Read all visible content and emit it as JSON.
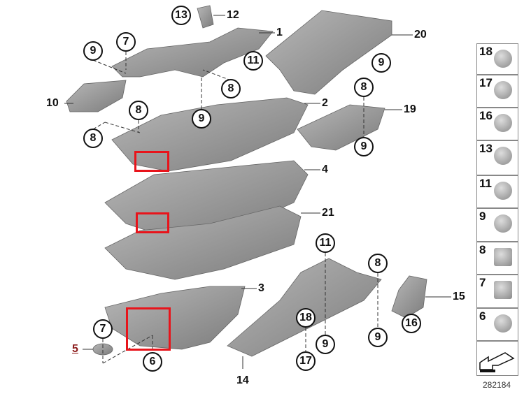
{
  "callouts": [
    "13",
    "7",
    "9",
    "11",
    "9",
    "8",
    "8",
    "9",
    "8",
    "8",
    "9",
    "11",
    "8",
    "18",
    "9",
    "9",
    "16",
    "7",
    "6",
    "17"
  ],
  "labels": [
    "12",
    "1",
    "20",
    "10",
    "2",
    "19",
    "4",
    "21",
    "3",
    "15",
    "14",
    "5"
  ],
  "legend": [
    "18",
    "17",
    "16",
    "13",
    "11",
    "9",
    "8",
    "7",
    "6"
  ],
  "diagram_id": "282184",
  "colors": {
    "highlight": "#e8141b",
    "part": "#8c8c8c",
    "label5": "#8b1a1a"
  }
}
